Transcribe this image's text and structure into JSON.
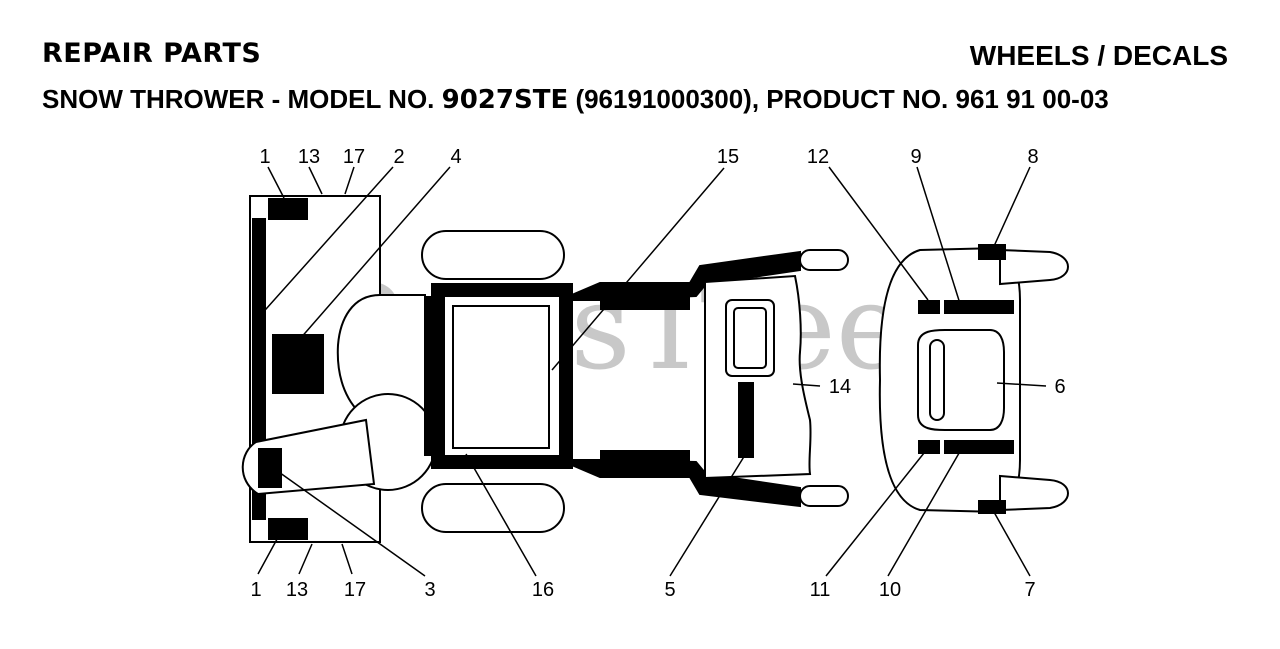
{
  "header": {
    "left_title": "REPAIR PARTS",
    "right_title": "WHEELS / DECALS",
    "subtitle_prefix": "SNOW THROWER - MODEL NO. ",
    "model_no": "9027STE",
    "subtitle_suffix": " (96191000300), PRODUCT NO. 961 91 00-03"
  },
  "watermark": {
    "text": "PartsTree",
    "tm": "TM"
  },
  "callouts": {
    "c1_top": "1",
    "c13_top": "13",
    "c17_top": "17",
    "c2": "2",
    "c4": "4",
    "c15": "15",
    "c12": "12",
    "c9": "9",
    "c8": "8",
    "c14": "14",
    "c6": "6",
    "c1_bottom": "1",
    "c13_bottom": "13",
    "c17_bottom": "17",
    "c3": "3",
    "c16": "16",
    "c5": "5",
    "c11": "11",
    "c10": "10",
    "c7": "7"
  }
}
